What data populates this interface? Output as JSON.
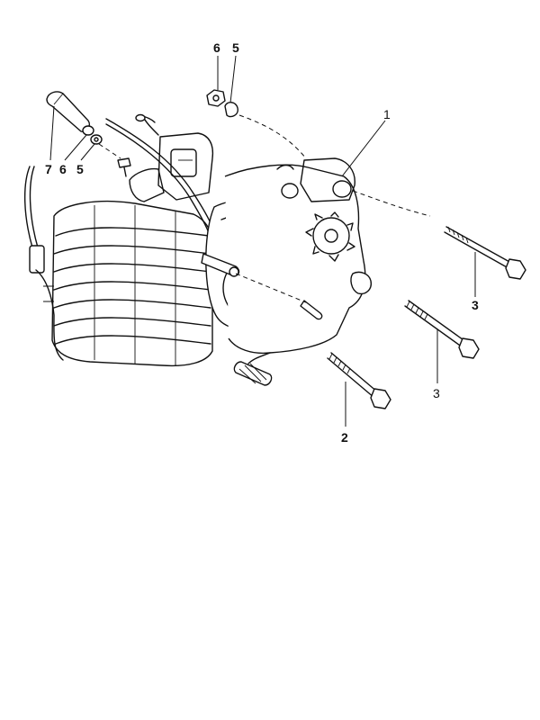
{
  "callouts": {
    "c1": "1",
    "c2": "2",
    "c3a": "3",
    "c3b": "3",
    "c5top": "5",
    "c6top": "6",
    "c5left": "5",
    "c6left": "6",
    "c7": "7"
  },
  "icons": {
    "engine": "engine-assembly-drawing",
    "bolts": "mounting-bolt",
    "nuts": "hex-nut",
    "washers": "washer"
  }
}
